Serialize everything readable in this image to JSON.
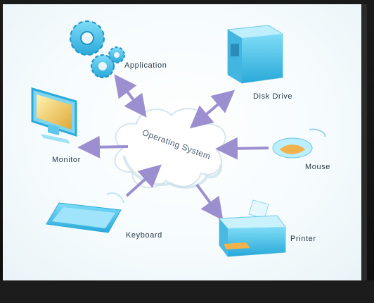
{
  "slide": {
    "center": "Operating System",
    "nodes": {
      "application": "Application",
      "disk_drive": "Disk Drive",
      "monitor": "Monitor",
      "mouse": "Mouse",
      "keyboard": "Keyboard",
      "printer": "Printer"
    },
    "arrow_color": "#9b8fd0",
    "icon_color": "#35b9e6"
  }
}
